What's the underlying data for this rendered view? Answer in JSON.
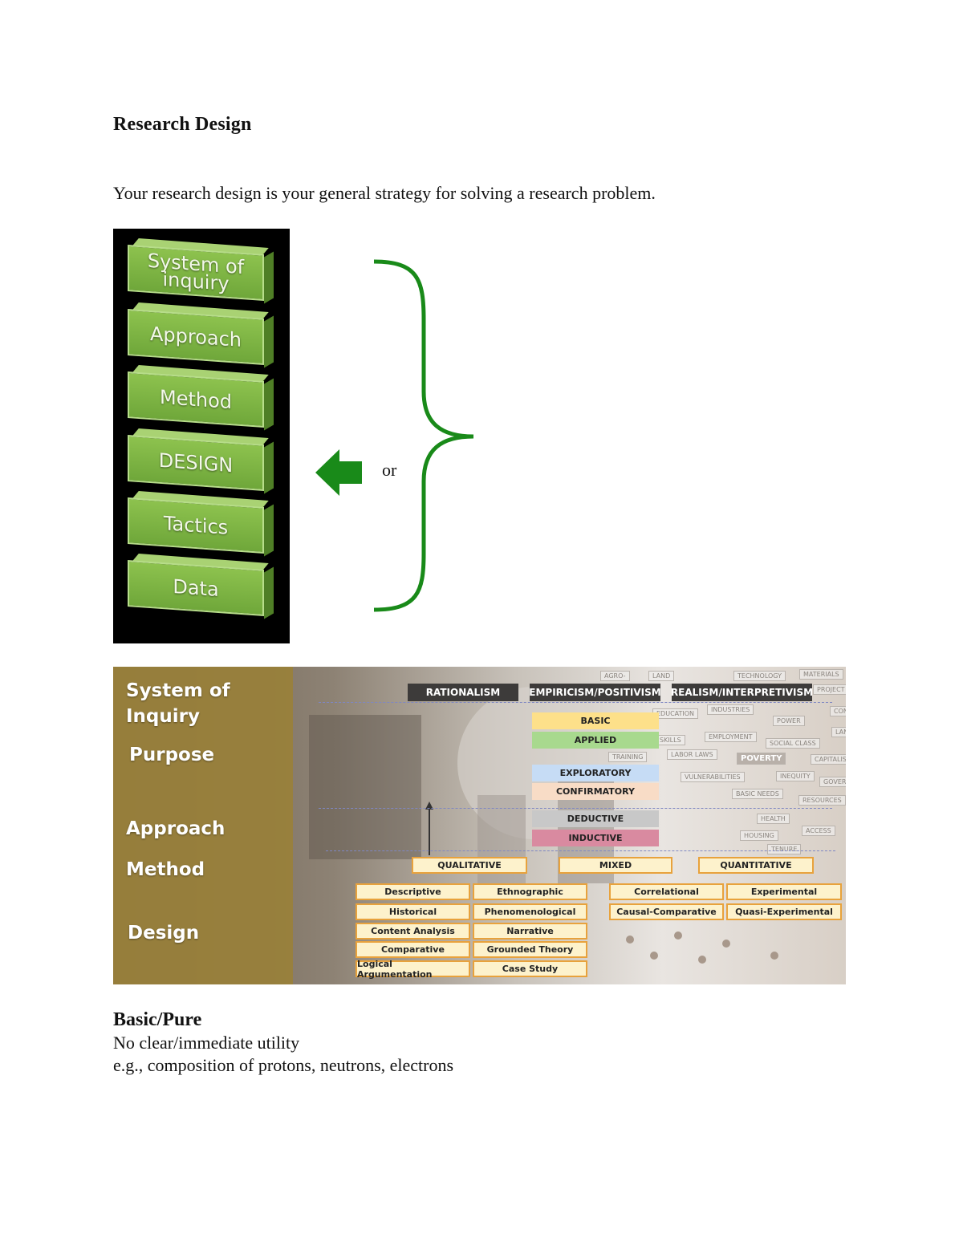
{
  "title": "Research Design",
  "intro": "Your research design is your general strategy for solving a research problem.",
  "stack": {
    "blocks": [
      "System of inquiry",
      "Approach",
      "Method",
      "DESIGN",
      "Tactics",
      "Data"
    ]
  },
  "or_label": "or",
  "figure": {
    "band_labels": [
      "System of Inquiry",
      "Purpose",
      "Approach",
      "Method",
      "Design"
    ],
    "paradigms": [
      "RATIONALISM",
      "EMPIRICISM/POSITIVISM",
      "REALISM/INTERPRETIVISM"
    ],
    "purpose": [
      "BASIC",
      "APPLIED",
      "EXPLORATORY",
      "CONFIRMATORY"
    ],
    "approach": [
      "DEDUCTIVE",
      "INDUCTIVE"
    ],
    "methods": [
      "QUALITATIVE",
      "MIXED",
      "QUANTITATIVE"
    ],
    "designs_qual_col1": [
      "Descriptive",
      "Historical",
      "Content Analysis",
      "Comparative",
      "Logical Argumentation"
    ],
    "designs_qual_col2": [
      "Ethnographic",
      "Phenomenological",
      "Narrative",
      "Grounded Theory",
      "Case Study"
    ],
    "designs_quant_col1": [
      "Correlational",
      "Causal-Comparative"
    ],
    "designs_quant_col2": [
      "Experimental",
      "Quasi-Experimental"
    ],
    "background_words": [
      "AGRO-",
      "LAND",
      "TECHNOLOGY",
      "MATERIALS",
      "PROJECT PHASING",
      "EDUCATION",
      "INDUSTRIES",
      "POWER",
      "CON",
      "SKILLS",
      "EMPLOYMENT",
      "SOCIAL CLASS",
      "LAN",
      "TRAINING",
      "LABOR LAWS",
      "POVERTY",
      "CAPITALISM",
      "VULNERABILITIES",
      "INEQUITY",
      "GOVER",
      "BASIC NEEDS",
      "RESOURCES",
      "HEALTH",
      "HOUSING",
      "ACCESS",
      "TENURE"
    ]
  },
  "basic": {
    "title": "Basic/Pure",
    "line1": "No clear/immediate utility",
    "line2": "e.g., composition of protons, neutrons, electrons"
  },
  "colors": {
    "block_green": "#7cb342",
    "brace_green": "#198a19",
    "band_gold": "#99803a",
    "basic": "#fde08a",
    "applied": "#a8d98e",
    "exploratory": "#c6dcf5",
    "confirmatory": "#f8dcc6",
    "deductive": "#c8c8c8",
    "inductive": "#d98aa0",
    "design_border": "#e8a23c"
  }
}
